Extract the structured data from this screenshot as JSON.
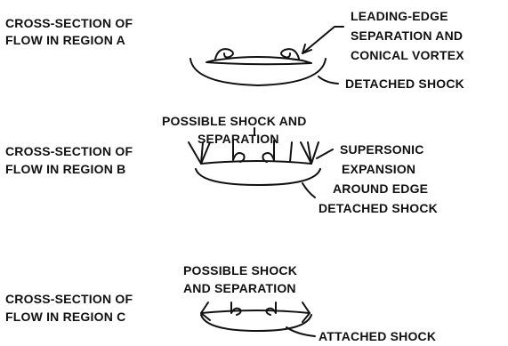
{
  "panels": {
    "region_a": {
      "title_line1": "CROSS-SECTION OF",
      "title_line2": "FLOW IN REGION A",
      "callout_line1": "LEADING-EDGE",
      "callout_line2": "SEPARATION AND",
      "callout_line3": "CONICAL VORTEX",
      "shock_label": "DETACHED SHOCK"
    },
    "region_b": {
      "top_line1": "POSSIBLE SHOCK AND",
      "top_line2": "SEPARATION",
      "title_line1": "CROSS-SECTION OF",
      "title_line2": "FLOW IN REGION B",
      "expansion_line1": "SUPERSONIC",
      "expansion_line2": "EXPANSION",
      "expansion_line3": "AROUND EDGE",
      "shock_label": "DETACHED SHOCK"
    },
    "region_c": {
      "top_line1": "POSSIBLE SHOCK",
      "top_line2": "AND SEPARATION",
      "title_line1": "CROSS-SECTION OF",
      "title_line2": "FLOW IN REGION C",
      "shock_label": "ATTACHED SHOCK"
    }
  }
}
